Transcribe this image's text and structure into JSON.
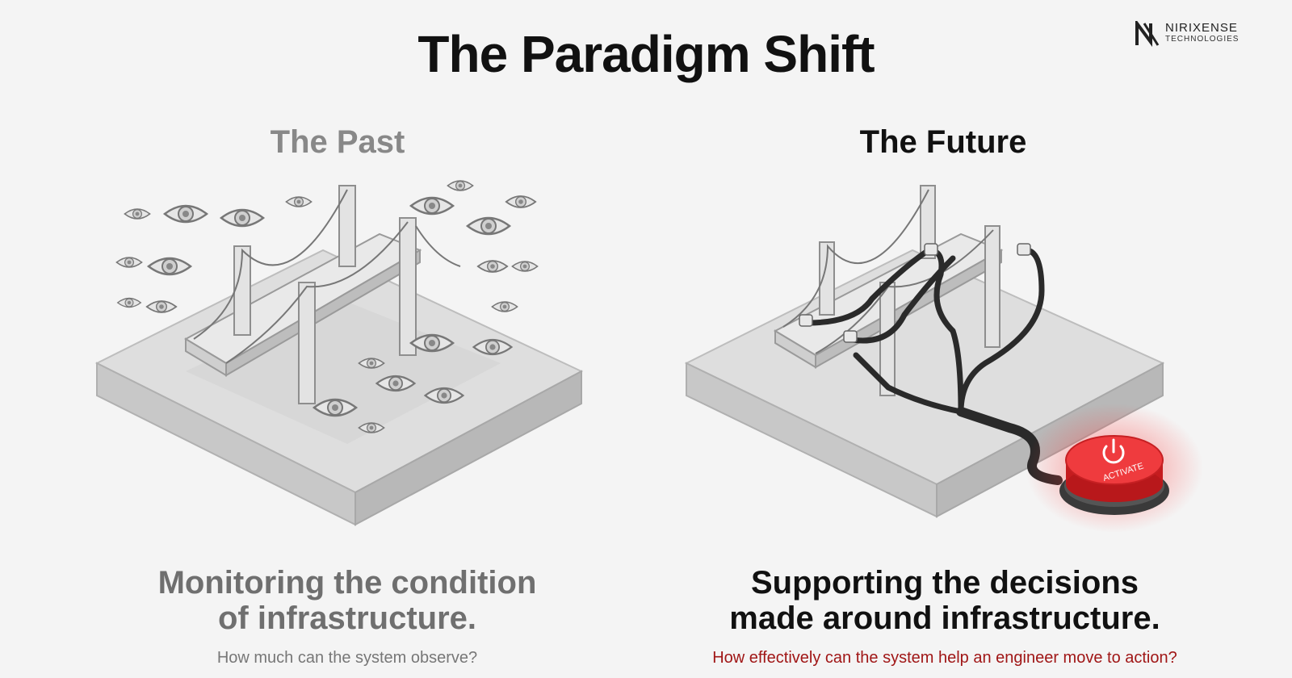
{
  "title": "The Paradigm Shift",
  "logo": {
    "name": "NIRIXENSE",
    "sub": "TECHNOLOGIES"
  },
  "past": {
    "heading": "The Past",
    "caption_line1": "Monitoring the condition",
    "caption_line2": "of infrastructure.",
    "question": "How much can the system observe?"
  },
  "future": {
    "heading": "The Future",
    "caption_line1": "Supporting the decisions",
    "caption_line2": "made around infrastructure.",
    "question": "How effectively can the system help an engineer move to action?",
    "button_label": "ACTIVATE"
  },
  "colors": {
    "accent_red": "#e0282b",
    "question_red": "#a01616",
    "past_text": "#6f6f6f",
    "concrete": "#d9d9d9"
  }
}
